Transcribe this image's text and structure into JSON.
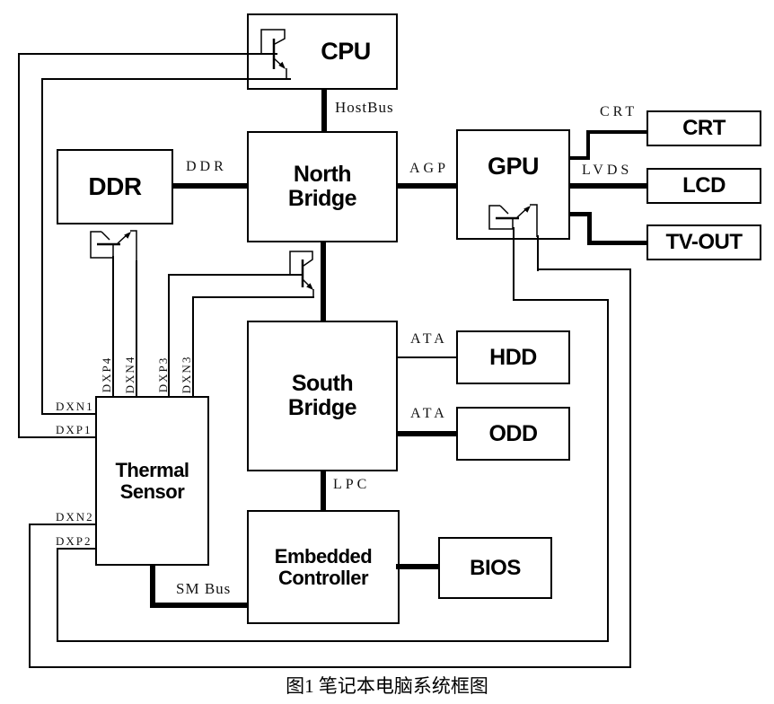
{
  "figure": {
    "caption": "图1 笔记本电脑系统框图"
  },
  "blocks": {
    "cpu": "CPU",
    "ddr": "DDR",
    "north_bridge": "North Bridge",
    "gpu": "GPU",
    "crt": "CRT",
    "lcd": "LCD",
    "tv_out": "TV-OUT",
    "south_bridge": "South Bridge",
    "hdd": "HDD",
    "odd": "ODD",
    "thermal_sensor": "Thermal Sensor",
    "embedded_controller": "Embedded Controller",
    "bios": "BIOS"
  },
  "bus_labels": {
    "hostbus": "HostBus",
    "ddr": "DDR",
    "agp": "AGP",
    "crt": "CRT",
    "lvds": "LVDS",
    "ata_hdd": "ATA",
    "ata_odd": "ATA",
    "lpc": "LPC",
    "smbus": "SM Bus"
  },
  "sensor_signals": {
    "dxp4": "DXP4",
    "dxn4": "DXN4",
    "dxp3": "DXP3",
    "dxn3": "DXN3",
    "dxn1": "DXN1",
    "dxp1": "DXP1",
    "dxn2": "DXN2",
    "dxp2": "DXP2"
  },
  "icons": {
    "transistor": "npn-transistor-thermal-diode-icon"
  },
  "colors": {
    "line": "#000000",
    "background": "#ffffff"
  }
}
